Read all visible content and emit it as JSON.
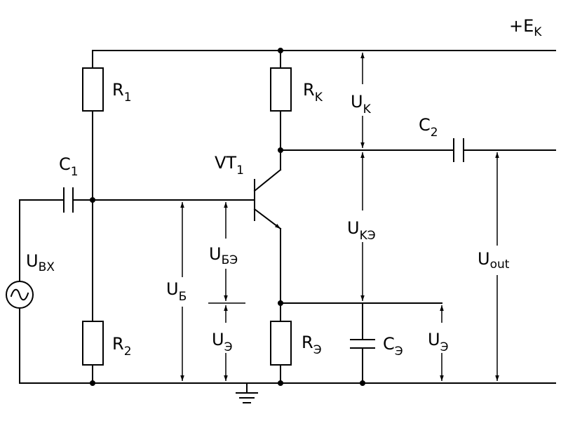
{
  "diagram": {
    "supply": {
      "main": "+E",
      "sub": "K"
    },
    "components": {
      "r1": {
        "main": "R",
        "sub": "1"
      },
      "r2": {
        "main": "R",
        "sub": "2"
      },
      "rk": {
        "main": "R",
        "sub": "K"
      },
      "re": {
        "main": "R",
        "sub": "Э"
      },
      "c1": {
        "main": "C",
        "sub": "1"
      },
      "c2": {
        "main": "C",
        "sub": "2"
      },
      "ce": {
        "main": "C",
        "sub": "Э"
      },
      "vt1": {
        "main": "VT",
        "sub": "1"
      }
    },
    "voltages": {
      "u_k": {
        "main": "U",
        "sub": "K"
      },
      "u_ke": {
        "main": "U",
        "sub": "KЭ"
      },
      "u_out": {
        "main": "U",
        "sub": "out"
      },
      "u_vx": {
        "main": "U",
        "sub": "BX"
      },
      "u_b": {
        "main": "U",
        "sub": "Б"
      },
      "u_be": {
        "main": "U",
        "sub": "БЭ"
      },
      "u_e_left": {
        "main": "U",
        "sub": "Э"
      },
      "u_e_right": {
        "main": "U",
        "sub": "Э"
      }
    }
  }
}
